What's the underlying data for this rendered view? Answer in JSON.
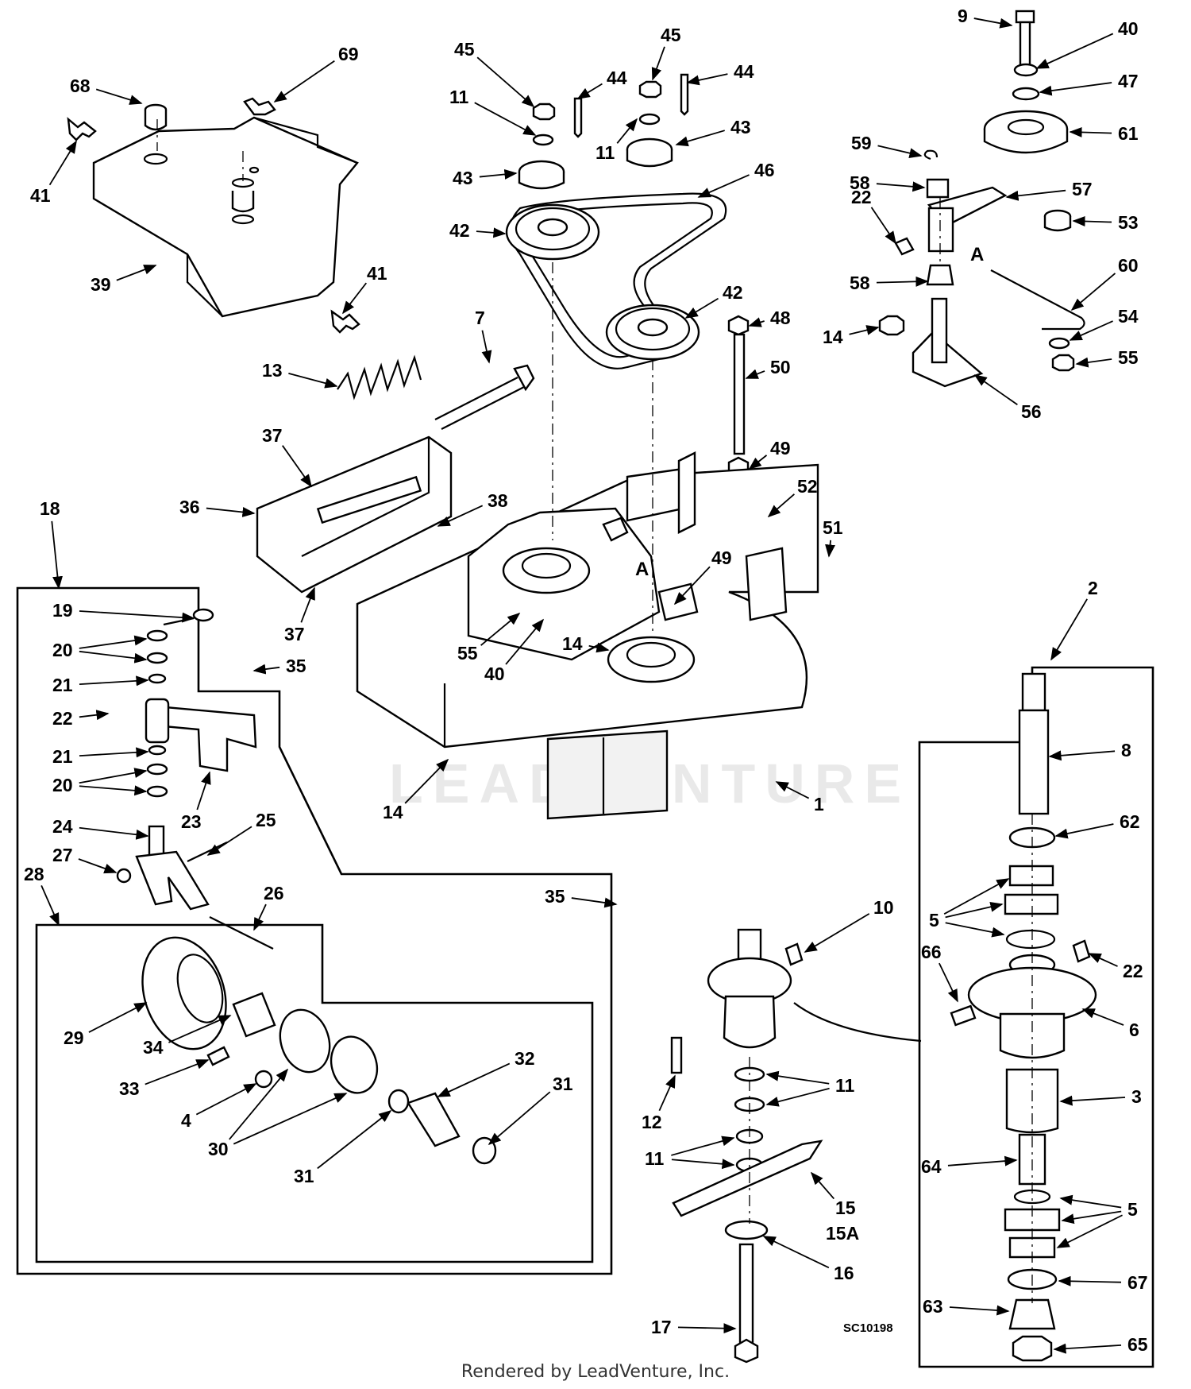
{
  "diagram": {
    "drawing_id": "SC10198",
    "footer": "Rendered by LeadVenture, Inc.",
    "watermark": "LEADVENTURE",
    "view_letter": "A",
    "callouts": [
      {
        "id": "c1",
        "label": "1"
      },
      {
        "id": "c2",
        "label": "2"
      },
      {
        "id": "c3",
        "label": "3"
      },
      {
        "id": "c4",
        "label": "4"
      },
      {
        "id": "c5a",
        "label": "5"
      },
      {
        "id": "c5b",
        "label": "5"
      },
      {
        "id": "c6",
        "label": "6"
      },
      {
        "id": "c7",
        "label": "7"
      },
      {
        "id": "c8",
        "label": "8"
      },
      {
        "id": "c9",
        "label": "9"
      },
      {
        "id": "c10",
        "label": "10"
      },
      {
        "id": "c11a",
        "label": "11"
      },
      {
        "id": "c11b",
        "label": "11"
      },
      {
        "id": "c11c",
        "label": "11"
      },
      {
        "id": "c11d",
        "label": "11"
      },
      {
        "id": "c12",
        "label": "12"
      },
      {
        "id": "c13",
        "label": "13"
      },
      {
        "id": "c14a",
        "label": "14"
      },
      {
        "id": "c14b",
        "label": "14"
      },
      {
        "id": "c14c",
        "label": "14"
      },
      {
        "id": "c15",
        "label": "15"
      },
      {
        "id": "c15A",
        "label": "15A"
      },
      {
        "id": "c16",
        "label": "16"
      },
      {
        "id": "c17",
        "label": "17"
      },
      {
        "id": "c18",
        "label": "18"
      },
      {
        "id": "c19",
        "label": "19"
      },
      {
        "id": "c20a",
        "label": "20"
      },
      {
        "id": "c20b",
        "label": "20"
      },
      {
        "id": "c21a",
        "label": "21"
      },
      {
        "id": "c21b",
        "label": "21"
      },
      {
        "id": "c22a",
        "label": "22"
      },
      {
        "id": "c22b",
        "label": "22"
      },
      {
        "id": "c22c",
        "label": "22"
      },
      {
        "id": "c23",
        "label": "23"
      },
      {
        "id": "c24",
        "label": "24"
      },
      {
        "id": "c25",
        "label": "25"
      },
      {
        "id": "c26",
        "label": "26"
      },
      {
        "id": "c27",
        "label": "27"
      },
      {
        "id": "c28",
        "label": "28"
      },
      {
        "id": "c29",
        "label": "29"
      },
      {
        "id": "c30",
        "label": "30"
      },
      {
        "id": "c31a",
        "label": "31"
      },
      {
        "id": "c31b",
        "label": "31"
      },
      {
        "id": "c32",
        "label": "32"
      },
      {
        "id": "c33",
        "label": "33"
      },
      {
        "id": "c34",
        "label": "34"
      },
      {
        "id": "c35a",
        "label": "35"
      },
      {
        "id": "c35b",
        "label": "35"
      },
      {
        "id": "c36",
        "label": "36"
      },
      {
        "id": "c37a",
        "label": "37"
      },
      {
        "id": "c37b",
        "label": "37"
      },
      {
        "id": "c38",
        "label": "38"
      },
      {
        "id": "c39",
        "label": "39"
      },
      {
        "id": "c40a",
        "label": "40"
      },
      {
        "id": "c40b",
        "label": "40"
      },
      {
        "id": "c41a",
        "label": "41"
      },
      {
        "id": "c41b",
        "label": "41"
      },
      {
        "id": "c42a",
        "label": "42"
      },
      {
        "id": "c42b",
        "label": "42"
      },
      {
        "id": "c43a",
        "label": "43"
      },
      {
        "id": "c43b",
        "label": "43"
      },
      {
        "id": "c44a",
        "label": "44"
      },
      {
        "id": "c44b",
        "label": "44"
      },
      {
        "id": "c45a",
        "label": "45"
      },
      {
        "id": "c45b",
        "label": "45"
      },
      {
        "id": "c46",
        "label": "46"
      },
      {
        "id": "c47",
        "label": "47"
      },
      {
        "id": "c48",
        "label": "48"
      },
      {
        "id": "c49a",
        "label": "49"
      },
      {
        "id": "c49b",
        "label": "49"
      },
      {
        "id": "c50",
        "label": "50"
      },
      {
        "id": "c51",
        "label": "51"
      },
      {
        "id": "c52",
        "label": "52"
      },
      {
        "id": "c53",
        "label": "53"
      },
      {
        "id": "c54",
        "label": "54"
      },
      {
        "id": "c55a",
        "label": "55"
      },
      {
        "id": "c55b",
        "label": "55"
      },
      {
        "id": "c56",
        "label": "56"
      },
      {
        "id": "c57",
        "label": "57"
      },
      {
        "id": "c58a",
        "label": "58"
      },
      {
        "id": "c58b",
        "label": "58"
      },
      {
        "id": "c59",
        "label": "59"
      },
      {
        "id": "c60",
        "label": "60"
      },
      {
        "id": "c61",
        "label": "61"
      },
      {
        "id": "c62",
        "label": "62"
      },
      {
        "id": "c63",
        "label": "63"
      },
      {
        "id": "c64",
        "label": "64"
      },
      {
        "id": "c65",
        "label": "65"
      },
      {
        "id": "c66",
        "label": "66"
      },
      {
        "id": "c67",
        "label": "67"
      },
      {
        "id": "c68",
        "label": "68"
      },
      {
        "id": "c69",
        "label": "69"
      }
    ]
  }
}
